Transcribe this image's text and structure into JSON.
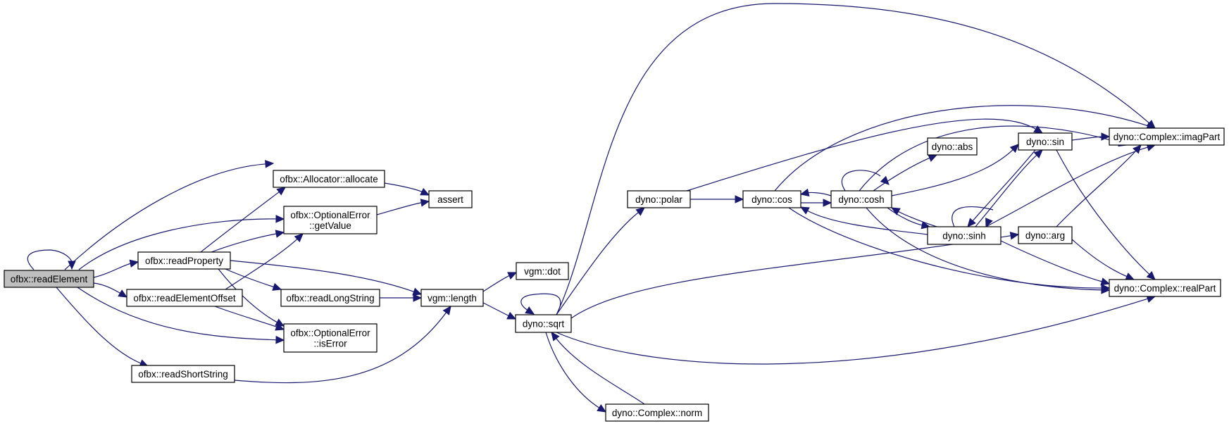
{
  "graph": {
    "title": "",
    "nodes": [
      {
        "id": "readElement",
        "lines": [
          "ofbx::readElement"
        ],
        "highlight": true
      },
      {
        "id": "allocate",
        "lines": [
          "ofbx::Allocator::allocate"
        ]
      },
      {
        "id": "assert",
        "lines": [
          "assert"
        ]
      },
      {
        "id": "getValue",
        "lines": [
          "ofbx::OptionalError",
          "::getValue"
        ]
      },
      {
        "id": "readProperty",
        "lines": [
          "ofbx::readProperty"
        ]
      },
      {
        "id": "readElementOffset",
        "lines": [
          "ofbx::readElementOffset"
        ]
      },
      {
        "id": "readLongString",
        "lines": [
          "ofbx::readLongString"
        ]
      },
      {
        "id": "isError",
        "lines": [
          "ofbx::OptionalError",
          "::isError"
        ]
      },
      {
        "id": "readShortString",
        "lines": [
          "ofbx::readShortString"
        ]
      },
      {
        "id": "length",
        "lines": [
          "vgm::length"
        ]
      },
      {
        "id": "dot",
        "lines": [
          "vgm::dot"
        ]
      },
      {
        "id": "sqrt",
        "lines": [
          "dyno::sqrt"
        ]
      },
      {
        "id": "norm",
        "lines": [
          "dyno::Complex::norm"
        ]
      },
      {
        "id": "polar",
        "lines": [
          "dyno::polar"
        ]
      },
      {
        "id": "cos",
        "lines": [
          "dyno::cos"
        ]
      },
      {
        "id": "cosh",
        "lines": [
          "dyno::cosh"
        ]
      },
      {
        "id": "abs",
        "lines": [
          "dyno::abs"
        ]
      },
      {
        "id": "sin",
        "lines": [
          "dyno::sin"
        ]
      },
      {
        "id": "sinh",
        "lines": [
          "dyno::sinh"
        ]
      },
      {
        "id": "arg",
        "lines": [
          "dyno::arg"
        ]
      },
      {
        "id": "imagPart",
        "lines": [
          "dyno::Complex::imagPart"
        ]
      },
      {
        "id": "realPart",
        "lines": [
          "dyno::Complex::realPart"
        ]
      }
    ],
    "edges": [
      [
        "readElement",
        "readElement"
      ],
      [
        "readElement",
        "allocate"
      ],
      [
        "readElement",
        "getValue"
      ],
      [
        "readElement",
        "readProperty"
      ],
      [
        "readElement",
        "readElementOffset"
      ],
      [
        "readElement",
        "isError"
      ],
      [
        "readElement",
        "readShortString"
      ],
      [
        "allocate",
        "assert"
      ],
      [
        "getValue",
        "assert"
      ],
      [
        "readProperty",
        "allocate"
      ],
      [
        "readProperty",
        "getValue"
      ],
      [
        "readProperty",
        "readLongString"
      ],
      [
        "readProperty",
        "isError"
      ],
      [
        "readProperty",
        "length"
      ],
      [
        "readElementOffset",
        "getValue"
      ],
      [
        "readElementOffset",
        "isError"
      ],
      [
        "readLongString",
        "length"
      ],
      [
        "readShortString",
        "length"
      ],
      [
        "length",
        "dot"
      ],
      [
        "length",
        "sqrt"
      ],
      [
        "sqrt",
        "sqrt"
      ],
      [
        "sqrt",
        "polar"
      ],
      [
        "sqrt",
        "imagPart"
      ],
      [
        "sqrt",
        "arg"
      ],
      [
        "sqrt",
        "realPart"
      ],
      [
        "sqrt",
        "norm"
      ],
      [
        "norm",
        "sqrt"
      ],
      [
        "polar",
        "cos"
      ],
      [
        "polar",
        "sin"
      ],
      [
        "cos",
        "cosh"
      ],
      [
        "cos",
        "imagPart"
      ],
      [
        "cos",
        "realPart"
      ],
      [
        "cosh",
        "cos"
      ],
      [
        "cosh",
        "cosh"
      ],
      [
        "cosh",
        "abs"
      ],
      [
        "cosh",
        "sin"
      ],
      [
        "cosh",
        "imagPart"
      ],
      [
        "cosh",
        "sinh"
      ],
      [
        "cosh",
        "realPart"
      ],
      [
        "sinh",
        "cos"
      ],
      [
        "sinh",
        "cosh"
      ],
      [
        "sinh",
        "sinh"
      ],
      [
        "sinh",
        "sin"
      ],
      [
        "sinh",
        "imagPart"
      ],
      [
        "sinh",
        "realPart"
      ],
      [
        "sin",
        "sinh"
      ],
      [
        "sin",
        "imagPart"
      ],
      [
        "sin",
        "realPart"
      ],
      [
        "arg",
        "imagPart"
      ],
      [
        "arg",
        "realPart"
      ]
    ]
  },
  "colors": {
    "edge": "#191970",
    "node_border": "#000000",
    "node_fill": "#ffffff",
    "highlight_fill": "#bfbfbf"
  }
}
